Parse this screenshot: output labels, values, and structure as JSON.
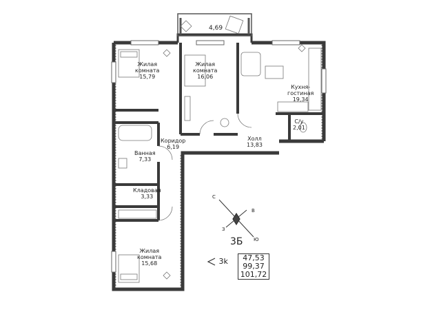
{
  "balcony": {
    "area": "4,69"
  },
  "rooms": [
    {
      "key": "living1",
      "name_lines": [
        "Жилая",
        "комната"
      ],
      "area": "15,79"
    },
    {
      "key": "living2",
      "name_lines": [
        "Жилая",
        "комната"
      ],
      "area": "16,06"
    },
    {
      "key": "kitchen",
      "name_lines": [
        "Кухня-",
        "гостиная"
      ],
      "area": "19,34"
    },
    {
      "key": "wc",
      "name_lines": [
        "С/у"
      ],
      "area": "2,01"
    },
    {
      "key": "hall",
      "name_lines": [
        "Холл"
      ],
      "area": "13,83"
    },
    {
      "key": "corridor",
      "name_lines": [
        "Коридор"
      ],
      "area": "6,19"
    },
    {
      "key": "bath",
      "name_lines": [
        "Ванная"
      ],
      "area": "7,33"
    },
    {
      "key": "storage",
      "name_lines": [
        "Кладовая"
      ],
      "area": "3,33"
    },
    {
      "key": "living3",
      "name_lines": [
        "Жилая",
        "комната"
      ],
      "area": "15,68"
    }
  ],
  "apartment": {
    "code": "3Б",
    "areas": [
      "47,53",
      "99,37",
      "101,72"
    ]
  },
  "floor_marker": "3k",
  "compass": {
    "north": "С",
    "east": "В",
    "south": "Ю",
    "west": "З"
  }
}
